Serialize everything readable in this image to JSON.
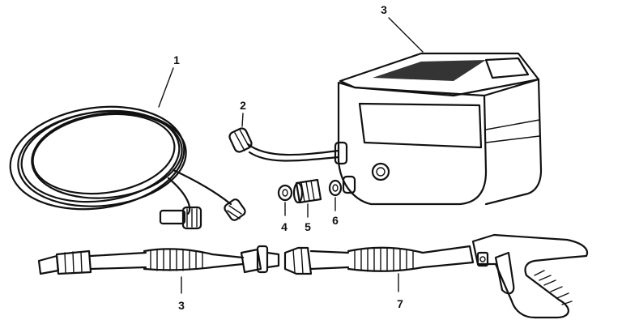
{
  "callouts": {
    "c1": "1",
    "c2": "2",
    "c3_top": "3",
    "c4": "4",
    "c5": "5",
    "c6": "6",
    "c3_bottom": "3",
    "c7": "7"
  }
}
